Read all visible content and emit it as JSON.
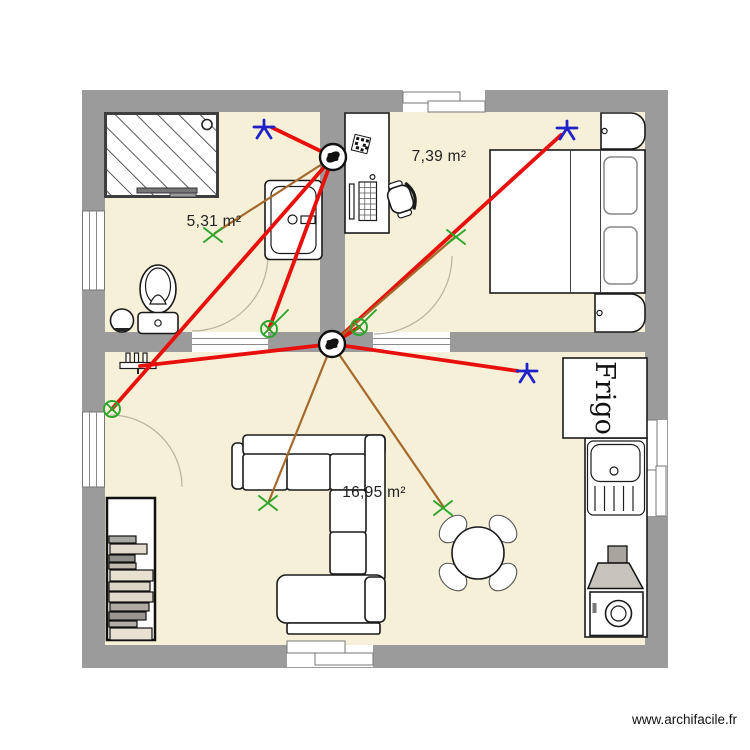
{
  "app": {
    "watermark": "www.archifacile.fr"
  },
  "plan": {
    "rooms": [
      {
        "name": "bathroom",
        "area": "5,31 m²"
      },
      {
        "name": "bedroom",
        "area": "7,39 m²"
      },
      {
        "name": "living-room",
        "area": "16,95 m²"
      }
    ],
    "fridge_label": "Frigo"
  },
  "symbols": {
    "ceiling_light": "ceiling-light-point",
    "wall_light": "wall-light-applique",
    "light_point": "light-point-cross-circle",
    "switch": "switch-cross",
    "lighting_wire": "lighting-circuit-line",
    "switch_wire": "switch-circuit-line"
  },
  "colors": {
    "wall": "#9b9b9b",
    "floor": "#f6f0d9",
    "outline": "#1a1a1a",
    "lighting_circuit": "#e8100c",
    "switch_circuit": "#a5692c",
    "symbol_green": "#2ca52c",
    "symbol_blue": "#2121c8",
    "arc": "#b9b19b"
  }
}
